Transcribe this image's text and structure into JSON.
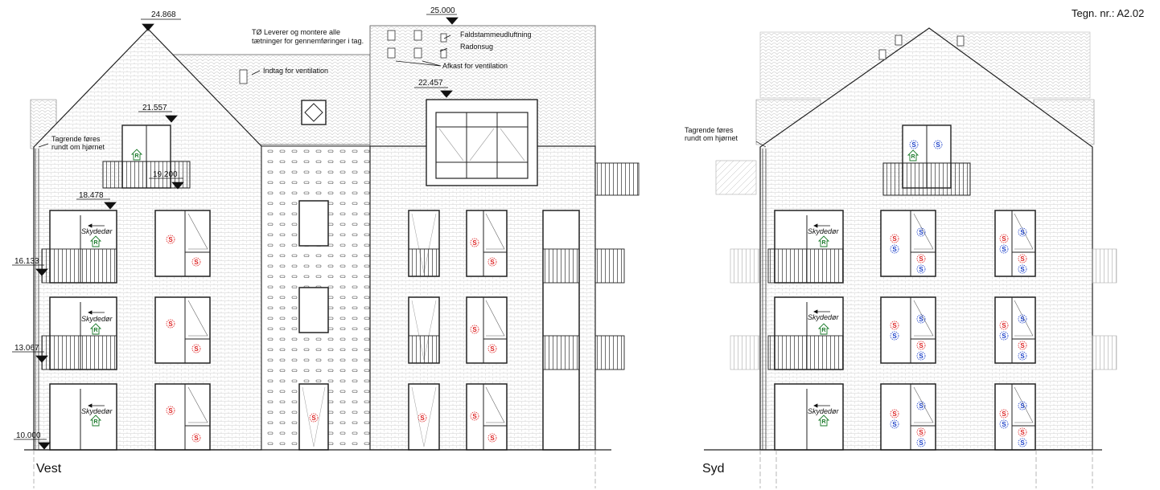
{
  "drawing_number": "Tegn. nr.: A2.02",
  "views": {
    "vest": "Vest",
    "syd": "Syd"
  },
  "levels": {
    "l24868": "24.868",
    "l25000": "25.000",
    "l22457": "22.457",
    "l21557": "21.557",
    "l19200": "19.200",
    "l18478": "18.478",
    "l16133": "16.133",
    "l13067": "13.067",
    "l10000": "10.000"
  },
  "notes": {
    "seals_1": "TØ Leverer og montere alle",
    "seals_2": "tætninger for gennemføringer i tag.",
    "intake": "Indtag for ventilation",
    "stack_vent": "Faldstammeudluftning",
    "radon": "Radonsug",
    "exhaust": "Afkast for ventilation",
    "gutter_1": "Tagrende føres",
    "gutter_2": "rundt om hjørnet"
  },
  "labels": {
    "sliding_door": "Skydedør"
  },
  "symbols": {
    "red": "S",
    "blue": "S",
    "rescue": "R"
  },
  "colors": {
    "line": "#1a1a1a",
    "brick": "#c8c8c8",
    "roof": "#d2d2d2",
    "sym_red": "#dd2222",
    "sym_blue": "#1a3fc8",
    "sym_green": "#1a7a2a"
  }
}
